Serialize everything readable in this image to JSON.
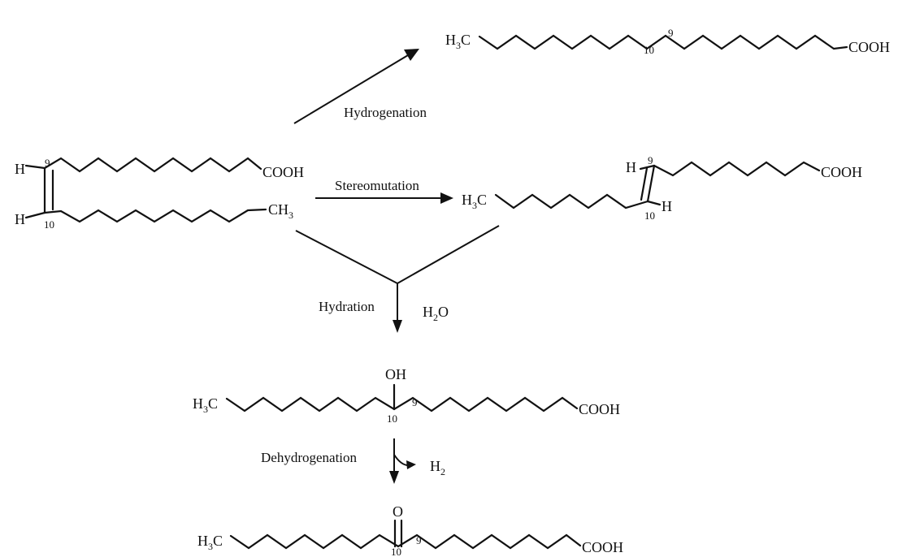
{
  "reactions": {
    "hydrogenation": "Hydrogenation",
    "stereomutation": "Stereomutation",
    "hydration": "Hydration",
    "water": "H2O",
    "dehydrogenation": "Dehydrogenation",
    "hydrogen": "H2"
  },
  "atoms": {
    "h": "H",
    "h3c": "H3C",
    "ch3": "CH3",
    "cooh": "COOH",
    "oh": "OH",
    "o": "O",
    "pos9": "9",
    "pos10": "10"
  }
}
